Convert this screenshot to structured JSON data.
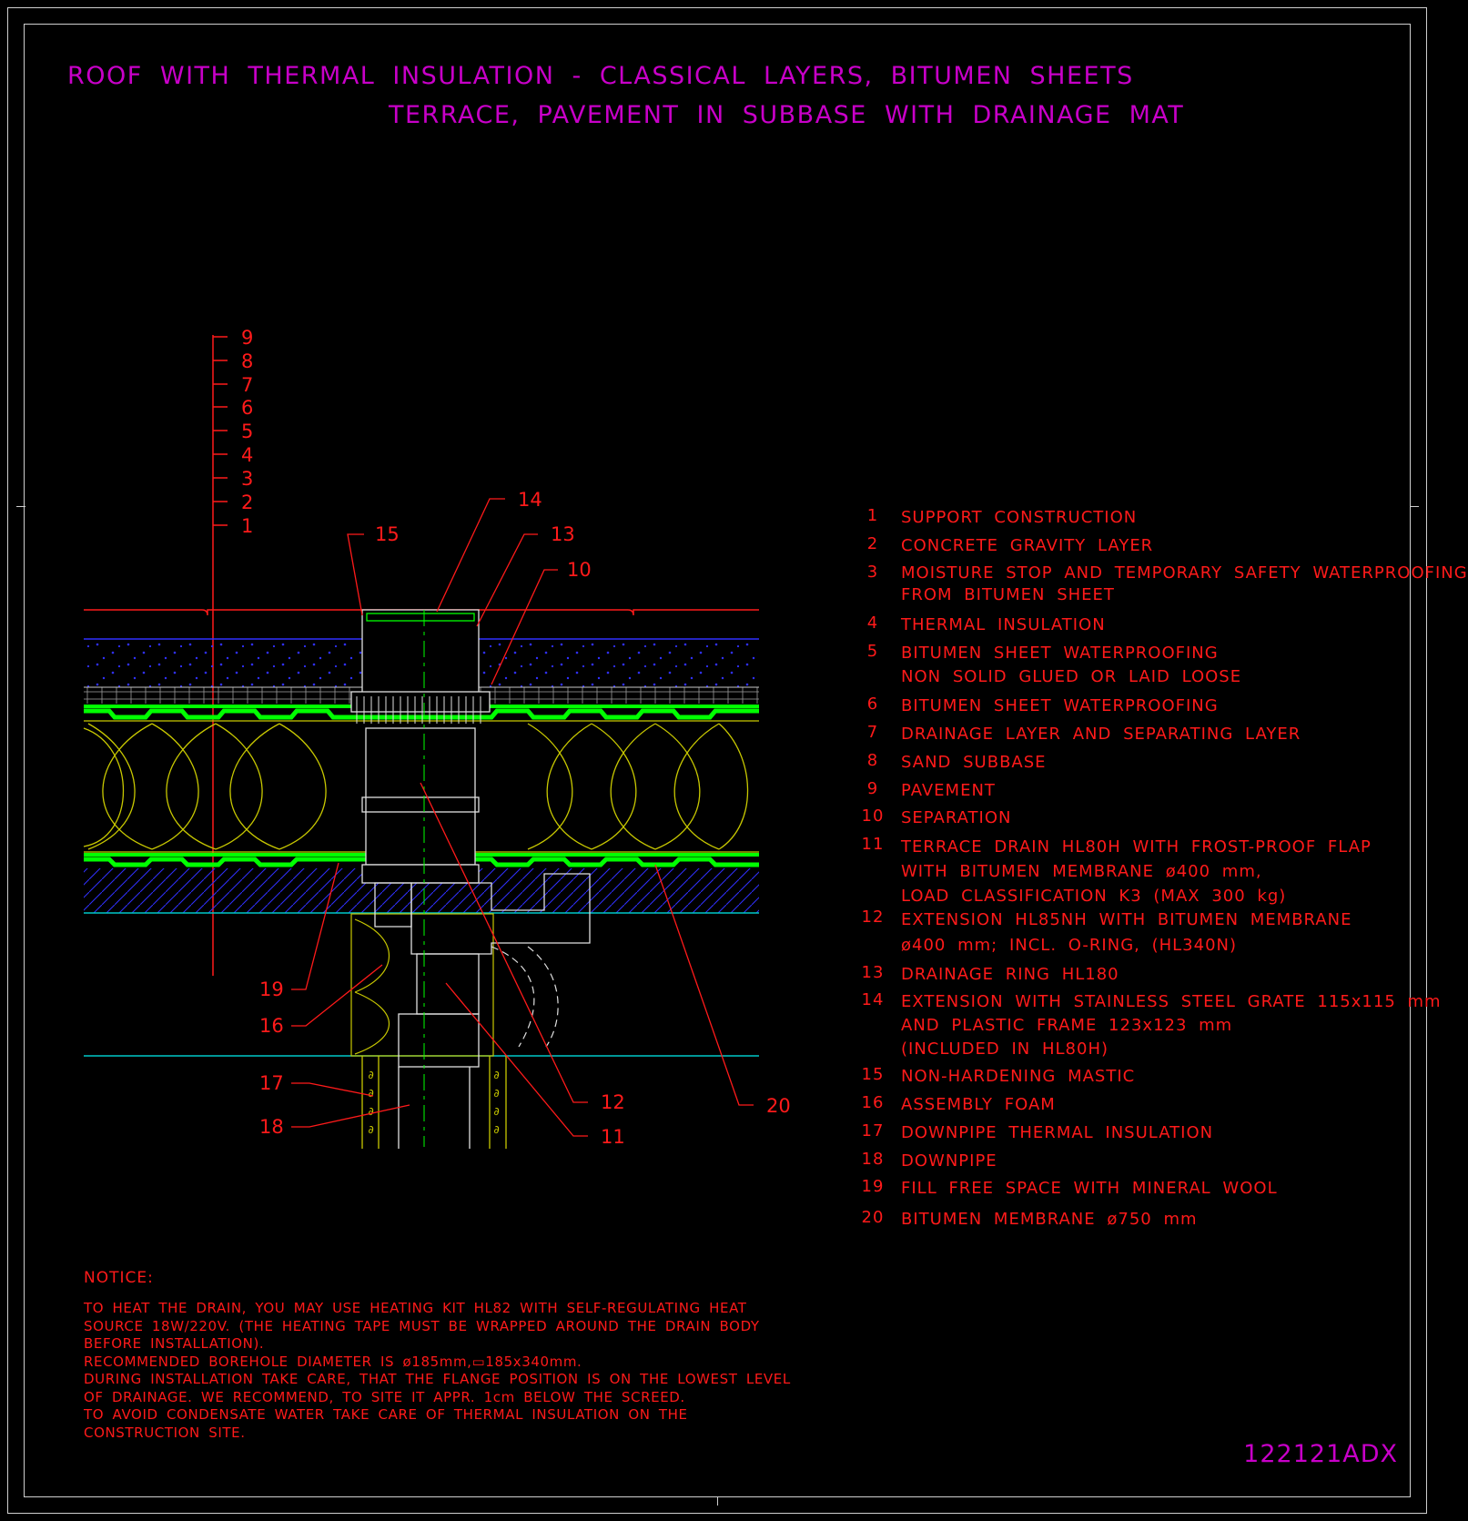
{
  "title": {
    "line1": "ROOF WITH THERMAL INSULATION - CLASSICAL LAYERS, BITUMEN SHEETS",
    "line2": "TERRACE, PAVEMENT IN SUBBASE WITH DRAINAGE MAT"
  },
  "scale_labels": [
    "9",
    "8",
    "7",
    "6",
    "5",
    "4",
    "3",
    "2",
    "1"
  ],
  "callouts": [
    "14",
    "15",
    "13",
    "10",
    "19",
    "16",
    "17",
    "18",
    "12",
    "11",
    "20"
  ],
  "legend": [
    {
      "num": "1",
      "lines": [
        "SUPPORT CONSTRUCTION"
      ]
    },
    {
      "num": "2",
      "lines": [
        "CONCRETE GRAVITY LAYER"
      ]
    },
    {
      "num": "3",
      "lines": [
        "MOISTURE STOP AND TEMPORARY SAFETY WATERPROOFING",
        "FROM BITUMEN SHEET"
      ]
    },
    {
      "num": "4",
      "lines": [
        "THERMAL INSULATION"
      ]
    },
    {
      "num": "5",
      "lines": [
        "BITUMEN SHEET WATERPROOFING",
        "NON SOLID GLUED OR LAID LOOSE"
      ]
    },
    {
      "num": "6",
      "lines": [
        "BITUMEN SHEET WATERPROOFING"
      ]
    },
    {
      "num": "7",
      "lines": [
        "DRAINAGE LAYER AND SEPARATING LAYER"
      ]
    },
    {
      "num": "8",
      "lines": [
        "SAND SUBBASE"
      ]
    },
    {
      "num": "9",
      "lines": [
        "PAVEMENT"
      ]
    },
    {
      "num": "10",
      "lines": [
        "SEPARATION"
      ]
    },
    {
      "num": "11",
      "lines": [
        "TERRACE DRAIN HL80H WITH FROST-PROOF FLAP",
        "WITH BITUMEN MEMBRANE ø400 mm,",
        "LOAD CLASSIFICATION K3 (MAX 300 kg)"
      ]
    },
    {
      "num": "12",
      "lines": [
        "EXTENSION HL85NH WITH BITUMEN MEMBRANE",
        "ø400 mm; INCL. O-RING, (HL340N)"
      ]
    },
    {
      "num": "13",
      "lines": [
        "DRAINAGE RING HL180"
      ]
    },
    {
      "num": "14",
      "lines": [
        "EXTENSION WITH STAINLESS STEEL GRATE 115x115 mm",
        "AND PLASTIC FRAME 123x123 mm",
        "(INCLUDED IN HL80H)"
      ]
    },
    {
      "num": "15",
      "lines": [
        "NON-HARDENING MASTIC"
      ]
    },
    {
      "num": "16",
      "lines": [
        "ASSEMBLY FOAM"
      ]
    },
    {
      "num": "17",
      "lines": [
        "DOWNPIPE THERMAL INSULATION"
      ]
    },
    {
      "num": "18",
      "lines": [
        "DOWNPIPE"
      ]
    },
    {
      "num": "19",
      "lines": [
        "FILL FREE SPACE WITH MINERAL WOOL"
      ]
    },
    {
      "num": "20",
      "lines": [
        "BITUMEN MEMBRANE ø750 mm"
      ]
    }
  ],
  "notice": {
    "heading": "NOTICE:",
    "lines": [
      "TO HEAT THE DRAIN, YOU MAY USE HEATING KIT HL82 WITH SELF-REGULATING HEAT",
      "SOURCE 18W/220V. (THE HEATING TAPE MUST BE WRAPPED AROUND THE DRAIN BODY",
      "BEFORE INSTALLATION).",
      "RECOMMENDED BOREHOLE DIAMETER IS ø185mm,▭185x340mm.",
      "DURING INSTALLATION TAKE CARE, THAT THE FLANGE POSITION IS ON THE LOWEST LEVEL",
      "OF DRAINAGE. WE RECOMMEND, TO SITE IT APPR. 1cm BELOW THE SCREED.",
      "TO AVOID CONDENSATE WATER TAKE CARE OF THERMAL INSULATION ON THE",
      "CONSTRUCTION SITE."
    ]
  },
  "drawing_code": "122121ADX",
  "colors": {
    "background": "#000000",
    "title": "#c800c8",
    "text": "#ff1a1a",
    "frame": "#cfcfcf",
    "insulation": "#c8c800",
    "membrane": "#00ff00",
    "pavement_line": "#0000ff",
    "concrete_hatch": "#3030ff",
    "ceiling": "#00c8c8"
  }
}
